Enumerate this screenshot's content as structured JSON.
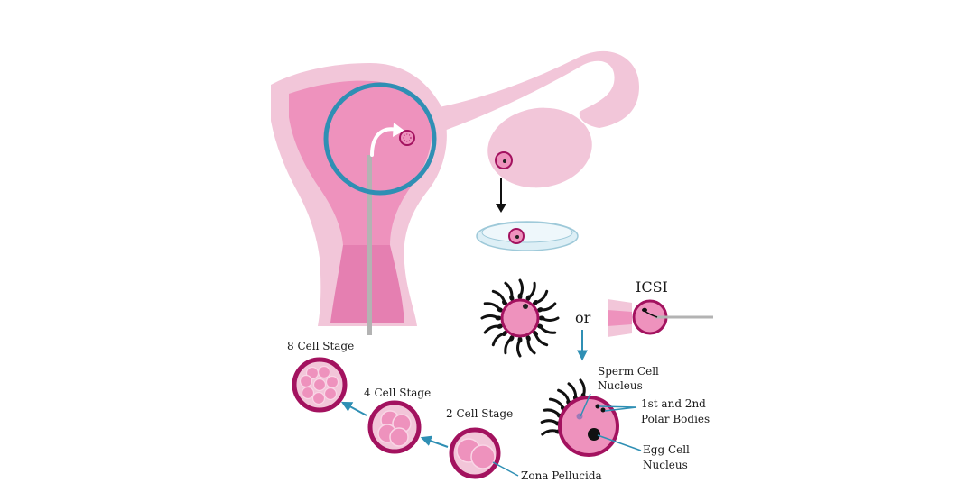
{
  "labels": {
    "icsi": "ICSI",
    "or": "or",
    "sperm_cell_nucleus_1": "Sperm Cell",
    "sperm_cell_nucleus_2": "Nucleus",
    "polar_bodies_1": "1st and 2nd",
    "polar_bodies_2": "Polar Bodies",
    "egg_cell_nucleus_1": "Egg Cell",
    "egg_cell_nucleus_2": "Nucleus",
    "zona_pellucida": "Zona Pellucida",
    "stage_2": "2 Cell Stage",
    "stage_4": "4 Cell Stage",
    "stage_8": "8 Cell Stage"
  },
  "colors": {
    "uterus_light": "#f2c6d9",
    "uterus_mid": "#ee92bd",
    "uterus_dark": "#e57fb1",
    "magenta": "#a3125f",
    "highlight_ring": "#2f8fb4",
    "arrow_blue": "#2f8fb4",
    "catheter": "#b3b3b3"
  }
}
